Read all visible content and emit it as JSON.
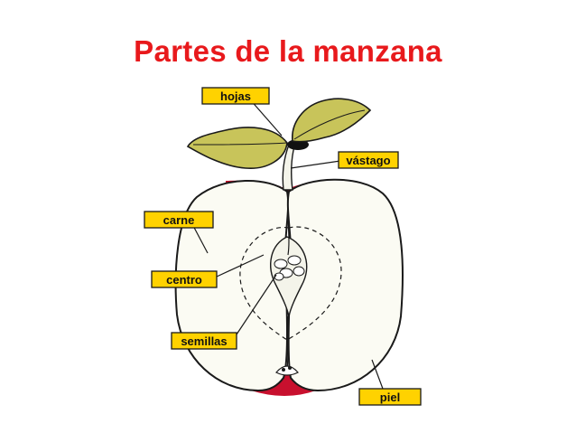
{
  "title": "Partes de la manzana",
  "labels": {
    "hojas": "hojas",
    "vastago": "vástago",
    "carne": "carne",
    "centro": "centro",
    "semillas": "semillas",
    "piel": "piel"
  },
  "colors": {
    "title": "#e8191c",
    "label_fill": "#ffd200",
    "leaf": "#c8c45a",
    "skin": "#c8102e",
    "flesh": "#fbfbf3"
  }
}
